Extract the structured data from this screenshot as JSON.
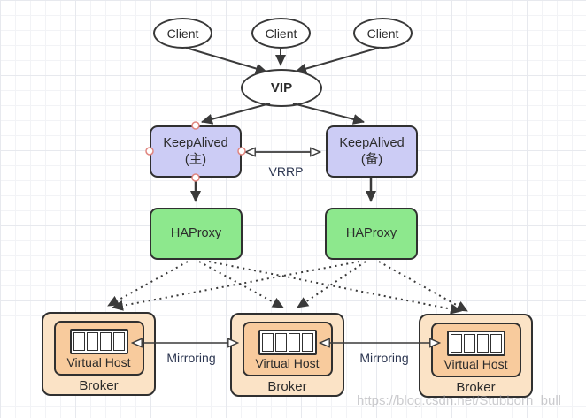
{
  "nodes": {
    "clients": [
      {
        "label": "Client"
      },
      {
        "label": "Client"
      },
      {
        "label": "Client"
      }
    ],
    "vip": {
      "label": "VIP"
    },
    "keepalived": [
      {
        "label": "KeepAlived",
        "role": "(主)"
      },
      {
        "label": "KeepAlived",
        "role": "(备)"
      }
    ],
    "haproxy": [
      {
        "label": "HAProxy"
      },
      {
        "label": "HAProxy"
      }
    ],
    "brokers": [
      {
        "vhost": "Virtual Host",
        "label": "Broker"
      },
      {
        "vhost": "Virtual Host",
        "label": "Broker"
      },
      {
        "vhost": "Virtual Host",
        "label": "Broker"
      }
    ]
  },
  "edges": {
    "vrrp_label": "VRRP",
    "mirroring_labels": [
      "Mirroring",
      "Mirroring"
    ]
  },
  "watermark": "https://blog.csdn.net/Stubborn_bull",
  "colors": {
    "keepalived_fill": "#ccccf5",
    "haproxy_fill": "#8de88d",
    "broker_fill": "#fbe3c6",
    "virtual_host_fill": "#f8cb9d",
    "stroke": "#303030",
    "label_text": "#2b3550",
    "selection_handle_ring": "#e0857f"
  }
}
